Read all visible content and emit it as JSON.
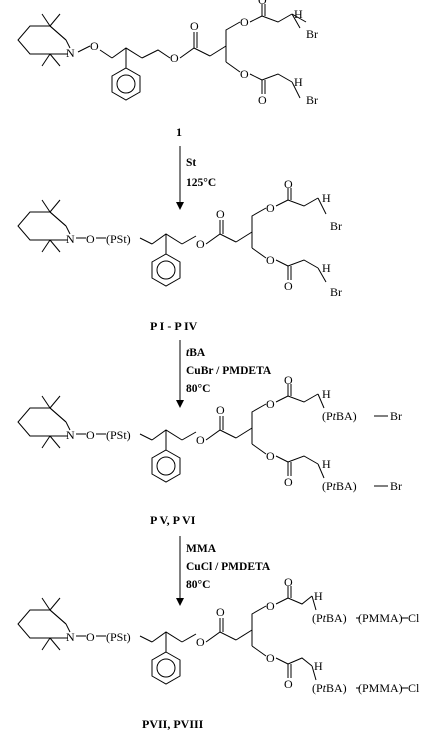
{
  "atoms": {
    "N": "N",
    "O": "O",
    "Br": "Br",
    "Cl": "Cl",
    "H": "H"
  },
  "groups": {
    "pst": "(PSt)",
    "ptba": "(PtBA)",
    "ptba_pre": "(P",
    "ptba_it": "t",
    "ptba_post": "BA)",
    "pmma": "(PMMA)"
  },
  "compounds": [
    "1",
    "P I - P IV",
    "P V, P VI",
    "PVII, PVIII"
  ],
  "steps": [
    {
      "reagent": "St",
      "conditions": "125°C",
      "reagent_line2": ""
    },
    {
      "reagent": "tBA",
      "reagent_line2": "CuBr / PMDETA",
      "conditions": "80°C"
    },
    {
      "reagent": "MMA",
      "reagent_line2": "CuCl / PMDETA",
      "conditions": "80°C"
    }
  ],
  "colors": {
    "ink": "#000000",
    "background": "#ffffff"
  }
}
